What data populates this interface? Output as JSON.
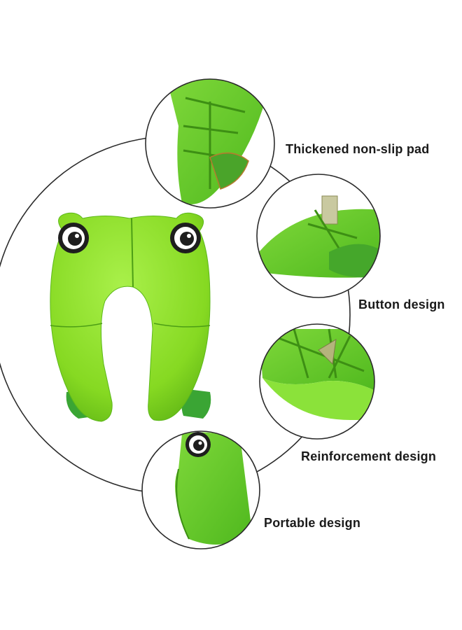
{
  "features": [
    {
      "label": "Thickened non-slip pad",
      "icon": "non-slip-pad-closeup"
    },
    {
      "label": "Button design",
      "icon": "button-closeup"
    },
    {
      "label": "Reinforcement design",
      "icon": "reinforcement-rib-closeup"
    },
    {
      "label": "Portable design",
      "icon": "folded-seat-closeup"
    }
  ],
  "colors": {
    "seat_green": "#8ee02a",
    "seat_green_dark": "#5cb81a",
    "pad_green": "#3aa534",
    "outline": "#2b2b2b",
    "background": "#ffffff"
  }
}
